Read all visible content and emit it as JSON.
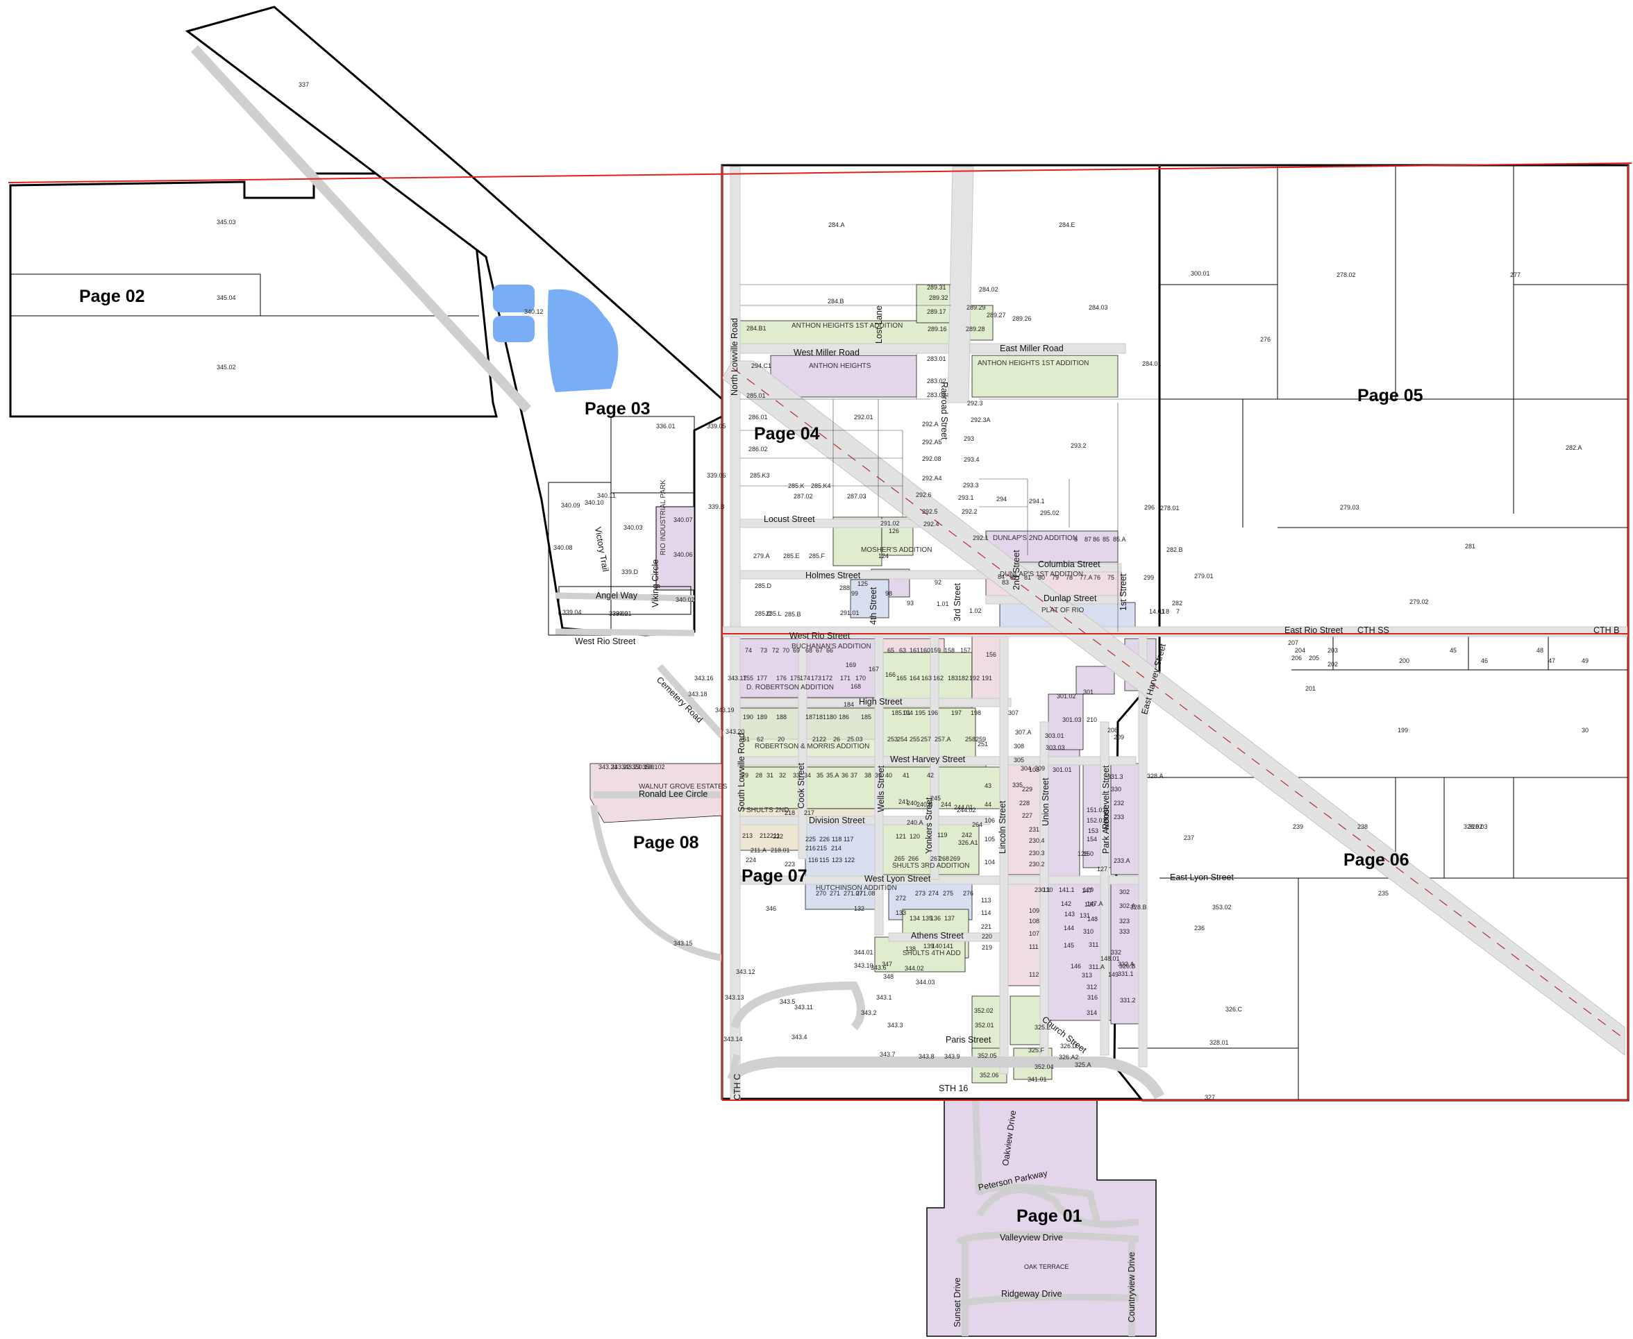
{
  "colors": {
    "background": "#ffffff",
    "boundary": "#000000",
    "page_grid": "#e0201c",
    "road": "#e3e3e3",
    "road_edge": "#c4c4c4",
    "water": "#79adf5",
    "subdivision_green": "#dfeccd",
    "subdivision_purple": "#e4d6ea",
    "subdivision_pink": "#f0dde2",
    "subdivision_blue": "#d7def0",
    "subdivision_tan": "#ece6d3",
    "railroad": "#b8282a"
  },
  "page_labels": [
    "Page 01",
    "Page 02",
    "Page 03",
    "Page 04",
    "Page 05",
    "Page 06",
    "Page 07",
    "Page 08"
  ],
  "streets": [
    "North Lowville Road",
    "West Miller Road",
    "East Miller Road",
    "Lost Lane",
    "Railroad Street",
    "Locust Street",
    "Holmes Street",
    "Columbia Street",
    "Dunlap Street",
    "4th Street",
    "3rd Street",
    "2nd Street",
    "1st Street",
    "West Rio Street",
    "East Rio Street",
    "CTH SS",
    "CTH B",
    "High Street",
    "West Harvey Street",
    "East Harvey Street",
    "Division Street",
    "West Lyon Street",
    "East Lyon Street",
    "Athens Street",
    "Paris Street",
    "Church Street",
    "STH 16",
    "CTH C",
    "South Lowville Road",
    "Cook Street",
    "Wells Street",
    "Yonkers Street",
    "Lincoln Street",
    "Union Street",
    "Roosevelt Street",
    "Park Avenue",
    "Cemetery Road",
    "Ronald Lee Circle",
    "Angel Way",
    "West Rio Street",
    "Viking Circle",
    "Victory Trail",
    "Oakview Drive",
    "Peterson Parkway",
    "Valleyview Drive",
    "Ridgeway Drive",
    "Sunset Drive",
    "Countryview Drive",
    "OAK TERRACE"
  ],
  "additions": [
    "ANTHON HEIGHTS 1ST ADDITION",
    "ANTHON HEIGHTS",
    "ANTHON HEIGHTS 1ST ADDITION",
    "DUNLAP'S 2ND ADDITION",
    "DUNLAP'S 1ST ADDITION",
    "PLAT OF RIO",
    "MOSHER'S ADDITION",
    "BUCHANAN'S ADDITION",
    "D. ROBERTSON ADDITION",
    "ROBERTSON & MORRIS ADDITION",
    "SHULTS 2ND",
    "HUTCHINSON ADDITION",
    "SHULTS 3RD ADDITION",
    "SHULTS 4TH ADD",
    "WALNUT GROVE ESTATES",
    "RIO INDUSTRIAL PARK"
  ],
  "parcels": [
    "337",
    "345.03",
    "345.04",
    "345.02",
    "340.12",
    "336.01",
    "339.05",
    "339.06",
    "339.B",
    "340.07",
    "340.06",
    "340.02",
    "340.10",
    "340.11",
    "340.03",
    "340.09",
    "340.08",
    "339.D",
    "339.02",
    "339.01",
    "339.04",
    "284.A",
    "284.E",
    "284.B",
    "284.02",
    "284.03",
    "284.01",
    "289.31",
    "289.32",
    "289.17",
    "289.16",
    "289.29",
    "289.27",
    "289.26",
    "289.28",
    "284.B1",
    "294.C1",
    "283.01",
    "283.02",
    "283.03",
    "285.01",
    "286.01",
    "286.02",
    "285.K3",
    "285.K",
    "285.K4",
    "287.02",
    "287.03",
    "292.01",
    "292.A",
    "292.A5",
    "292.08",
    "292.A4",
    "292.6",
    "292.5",
    "292.4",
    "292.1",
    "292.3",
    "292.3A",
    "293",
    "293.4",
    "293.3",
    "293.1",
    "292.2",
    "293.2",
    "294",
    "294.1",
    "295.02",
    "296",
    "299",
    "300.01",
    "278.02",
    "277",
    "276",
    "278.01",
    "279.03",
    "281",
    "282.A",
    "282.B",
    "279.01",
    "279.02",
    "282",
    "279.A",
    "285.E",
    "285.F",
    "285.D",
    "285.C",
    "285.L",
    "285.B",
    "288",
    "291.01",
    "291.02",
    "126",
    "124",
    "125",
    "99",
    "98",
    "93",
    "92",
    "1.01",
    "1.02",
    "14.01",
    "11",
    "8",
    "7",
    "6",
    "87",
    "86",
    "85",
    "85.A",
    "84",
    "83",
    "82",
    "81",
    "80",
    "79",
    "78",
    "77.A",
    "76",
    "75",
    "74",
    "73",
    "72",
    "70",
    "69",
    "68",
    "67",
    "66",
    "65",
    "63",
    "161",
    "160",
    "159",
    "158",
    "157",
    "156",
    "155",
    "177",
    "176",
    "175",
    "174",
    "173",
    "172",
    "171",
    "170",
    "169",
    "168",
    "167",
    "166",
    "165",
    "164",
    "163",
    "162",
    "183",
    "182",
    "192",
    "191",
    "190",
    "189",
    "188",
    "187",
    "181",
    "180",
    "186",
    "185",
    "184",
    "185.01",
    "194",
    "195",
    "196",
    "197",
    "198",
    "61",
    "62",
    "20",
    "21",
    "22",
    "26",
    "25.03",
    "253",
    "254",
    "255",
    "257",
    "257.A",
    "258",
    "259",
    "251",
    "307",
    "307.A",
    "308",
    "305",
    "304",
    "309",
    "335",
    "303.01",
    "303.03",
    "301.01",
    "301.02",
    "301.03",
    "301",
    "210",
    "209",
    "208",
    "207",
    "206",
    "205",
    "204",
    "203",
    "202",
    "201",
    "200",
    "199",
    "45",
    "46",
    "47",
    "48",
    "49",
    "30",
    "29",
    "28",
    "31",
    "32",
    "33",
    "34",
    "35",
    "35.A",
    "36",
    "37",
    "38",
    "39",
    "40",
    "41",
    "42",
    "43",
    "44",
    "106",
    "105",
    "104",
    "103",
    "229",
    "228",
    "227",
    "231",
    "230.4",
    "230.3",
    "230.2",
    "230.1",
    "110",
    "109",
    "108",
    "107",
    "111",
    "112",
    "113",
    "114",
    "221",
    "220",
    "219",
    "218",
    "217",
    "216",
    "215",
    "214",
    "213",
    "212",
    "211",
    "211.A",
    "218.01",
    "222",
    "223",
    "224",
    "225",
    "226",
    "118",
    "117",
    "116",
    "115",
    "123",
    "122",
    "121",
    "120",
    "119",
    "326.A1",
    "242",
    "241",
    "240",
    "240.A",
    "240.B",
    "245",
    "244",
    "244.01",
    "244.02",
    "264",
    "265",
    "266",
    "267",
    "268",
    "269",
    "270",
    "271",
    "271.07",
    "271.08",
    "272",
    "273",
    "274",
    "275",
    "276",
    "132",
    "133",
    "134",
    "135",
    "136",
    "137",
    "138",
    "139",
    "140",
    "141",
    "141.1",
    "142",
    "143",
    "144",
    "145",
    "146",
    "147",
    "147.A",
    "148",
    "148.01",
    "149",
    "150",
    "151.01",
    "152.01",
    "153",
    "154",
    "127",
    "128",
    "129",
    "130",
    "131",
    "310",
    "311",
    "311.A",
    "312",
    "313",
    "316",
    "314",
    "302",
    "302.A",
    "323",
    "333",
    "332",
    "332.A",
    "331.1",
    "331.2",
    "331.3",
    "330",
    "232",
    "233",
    "233.A",
    "236",
    "237",
    "238",
    "239",
    "235",
    "353.02",
    "327",
    "328.01",
    "328.02",
    "328.03",
    "328.A",
    "328.B",
    "326.B",
    "326.C",
    "326.D",
    "326.A2",
    "325.A",
    "325.E",
    "325.F",
    "352.04",
    "352.02",
    "352.01",
    "352.05",
    "352.06",
    "341.01",
    "346",
    "344.01",
    "344.02",
    "344.03",
    "347",
    "348",
    "343.1",
    "343.2",
    "343.3",
    "343.4",
    "343.5",
    "343.6",
    "343.7",
    "343.8",
    "343.9",
    "343.10",
    "343.11",
    "343.12",
    "343.13",
    "343.14",
    "343.15",
    "343.16",
    "343.17",
    "343.18",
    "343.19",
    "343.20",
    "343.21",
    "343.22",
    "343.23",
    "350.100",
    "350.102"
  ]
}
